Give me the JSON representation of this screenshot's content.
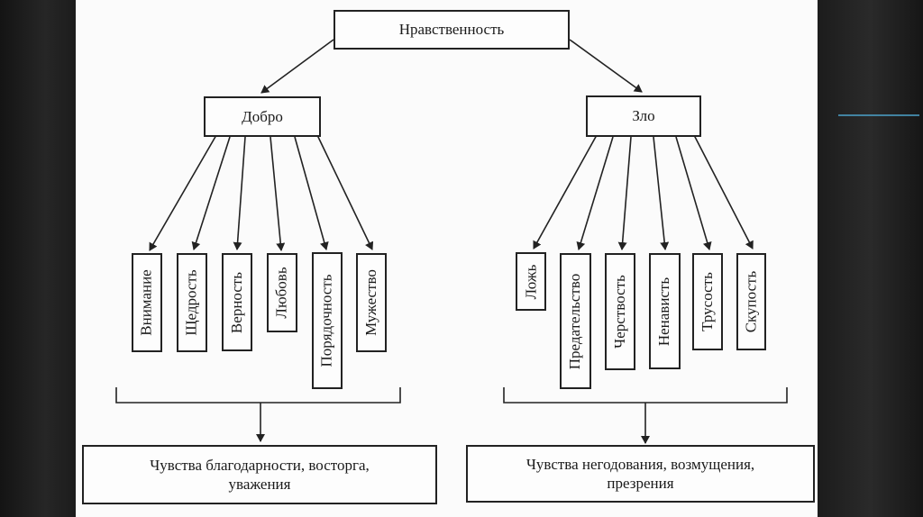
{
  "diagram": {
    "root": "Нравственность",
    "branches": [
      {
        "id": "good",
        "label": "Добро",
        "qualities": [
          "Внимание",
          "Щедрость",
          "Верность",
          "Любовь",
          "Порядочность",
          "Мужество"
        ],
        "result": {
          "line1": "Чувства благодарности, восторга,",
          "line2": "уважения"
        }
      },
      {
        "id": "evil",
        "label": "Зло",
        "qualities": [
          "Ложь",
          "Предательство",
          "Черствость",
          "Ненависть",
          "Трусость",
          "Скупость"
        ],
        "result": {
          "line1": "Чувства негодования, возмущения,",
          "line2": "презрения"
        }
      }
    ]
  }
}
